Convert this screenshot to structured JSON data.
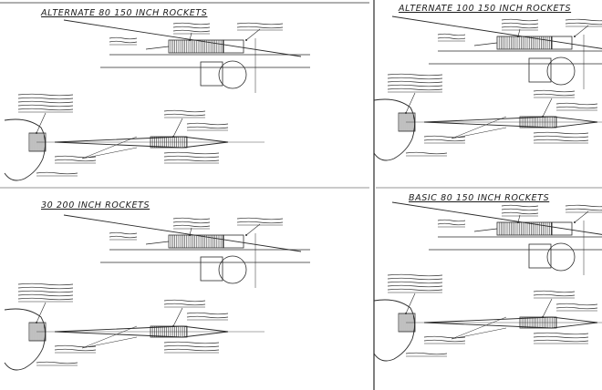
{
  "sheet": {
    "panels": [
      {
        "title": "ALTERNATE 80    150 INCH ROCKETS"
      },
      {
        "title": "ALTERNATE 100    150 INCH ROCKETS"
      },
      {
        "title": "30    200 INCH ROCKETS"
      },
      {
        "title": "BASIC 80    150 INCH ROCKETS"
      }
    ]
  },
  "colors": {
    "paper": "#ffffff",
    "ink": "#2a2a2a",
    "hatch": "#3a3a3a"
  }
}
